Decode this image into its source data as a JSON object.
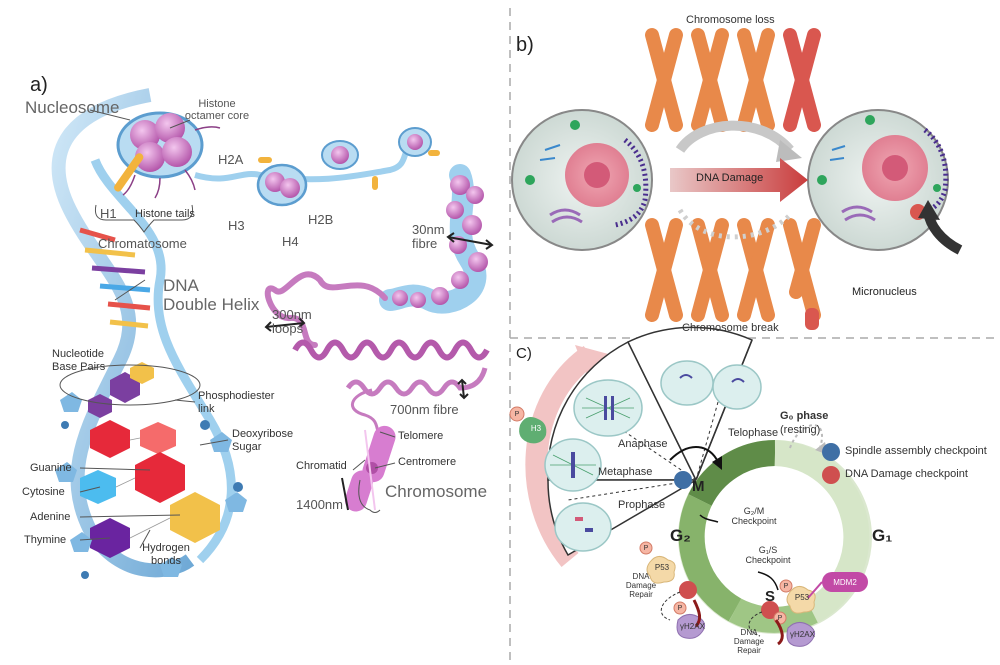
{
  "panel_a": {
    "letter": "a)",
    "nucleosome": "Nucleosome",
    "histone_core": "Histone\noctamer core",
    "h1": "H1",
    "histone_tails": "Histone tails",
    "chromatosome": "Chromatosome",
    "h2a": "H2A",
    "h2b": "H2B",
    "h3": "H3",
    "h4": "H4",
    "fibre30": "30nm\nfibre",
    "dna_helix": "DNA\nDouble Helix",
    "loops300": "300nm\nloops",
    "nucleotide": "Nucleotide\nBase Pairs",
    "phosphodiester": "Phosphodiester\nlink",
    "deoxyribose": "Deoxyribose\nSugar",
    "fibre700": "700nm fibre",
    "telomere": "Telomere",
    "centromere": "Centromere",
    "chromatid": "Chromatid",
    "chromosome": "Chromosome",
    "nm1400": "1400nm",
    "guanine": "Guanine",
    "cytosine": "Cytosine",
    "adenine": "Adenine",
    "thymine": "Thymine",
    "hydrogen": "Hydrogen\nbonds"
  },
  "panel_b": {
    "letter": "b)",
    "chromosome_loss": "Chromosome loss",
    "dna_damage": "DNA Damage",
    "micronucleus": "Micronucleus",
    "chromosome_break": "Chromosome break"
  },
  "panel_c": {
    "letter": "C)",
    "telophase": "Telophase",
    "anaphase": "Anaphase",
    "metaphase": "Metaphase",
    "prophase": "Prophase",
    "g0_phase": "G₀ phase",
    "resting": "(resting)",
    "m": "M",
    "g2": "G₂",
    "g1": "G₁",
    "s": "S",
    "g2m_checkpoint": "G₂/M\nCheckpoint",
    "g1s_checkpoint": "G₁/S\nCheckpoint",
    "dna_repair": "DNA\nDamage\nRepair",
    "h3": "H3",
    "p53": "P53",
    "mdm2": "MDM2",
    "gh2ax": "γH2AX",
    "p": "P",
    "legend": [
      {
        "label": "Spindle assembly checkpoint",
        "color": "#3f6fa5"
      },
      {
        "label": "DNA Damage checkpoint",
        "color": "#cf4f4f"
      }
    ]
  },
  "colors": {
    "dna_blue": "#8fc3e6",
    "histone": "#d47cc8",
    "chromosome_orange": "#e8894a",
    "chromosome_red": "#d9574f",
    "cell_fill": "#dfe9e5",
    "nucleus": "#e98a9a",
    "cycle_green": "#7aa55e"
  }
}
